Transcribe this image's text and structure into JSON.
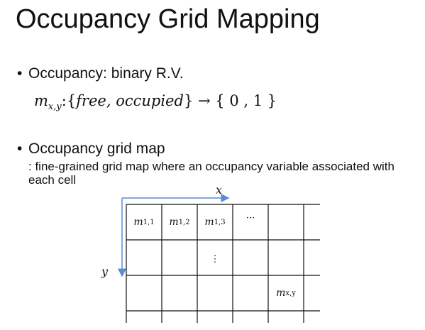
{
  "slide": {
    "title": "Occupancy Grid Mapping",
    "bullets": [
      {
        "text": "Occupancy: binary R.V."
      },
      {
        "text": "Occupancy grid map"
      }
    ],
    "formula": {
      "var": "m",
      "sub": "x,y",
      "colon": ":",
      "set_open": "{",
      "set_content": "free, occupied",
      "set_close": "}",
      "arrow": "→",
      "target": "{ 0 , 1 }"
    },
    "description": ": fine-grained grid map where an occupancy variable associated with each cell"
  },
  "grid": {
    "x_label": "x",
    "y_label": "y",
    "cells": [
      {
        "var": "m",
        "sub": "1,1"
      },
      {
        "var": "m",
        "sub": "1,2"
      },
      {
        "var": "m",
        "sub": "1,3"
      },
      {
        "text": "···"
      },
      {
        "text": "⋮"
      },
      {
        "var": "m",
        "sub": "x,y"
      }
    ],
    "line_color": "#111111",
    "arrow_color": "#5b8bd0"
  }
}
